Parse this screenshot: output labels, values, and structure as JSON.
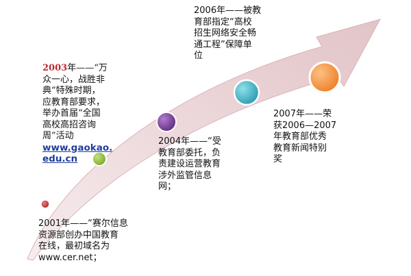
{
  "colors": {
    "arrow": "#e7cdd0",
    "arrow_edge": "#d8b3b7",
    "dot_2001": "#c0393f",
    "dot_2003": "#8fbd3c",
    "dot_2004": "#7a3f95",
    "dot_2006": "#3fb4c6",
    "dot_2007": "#f5933a"
  },
  "milestones": [
    {
      "id": "m2001",
      "year": "2001年",
      "lines": [
        "——“赛尔信息",
        "资源部创办中国教育",
        "在线，最初域名为",
        "www.cer.net；"
      ]
    },
    {
      "id": "m2003",
      "year": "2003",
      "lines": [
        "年——“万",
        "众一心，战胜非",
        "典”特殊时期，",
        "应教育部要求，",
        "举办首届“全国",
        "高校高招咨询",
        "周”活动"
      ],
      "link_lines": [
        "www.gaokao.",
        "edu.cn"
      ]
    },
    {
      "id": "m2004",
      "year": "2004年",
      "lines": [
        "——“受",
        "教育部委托，负",
        "责建设运营教育",
        "涉外监管信息",
        "网；"
      ]
    },
    {
      "id": "m2006",
      "year": "2006年",
      "lines": [
        "——被教",
        "育部指定“高校",
        "招生网络安全畅",
        "通工程”保障单",
        "位"
      ]
    },
    {
      "id": "m2007",
      "year": "2007年",
      "lines": [
        "——荣",
        "获2006—2007",
        "年教育部优秀",
        "教育新闻特别",
        "奖"
      ]
    }
  ]
}
